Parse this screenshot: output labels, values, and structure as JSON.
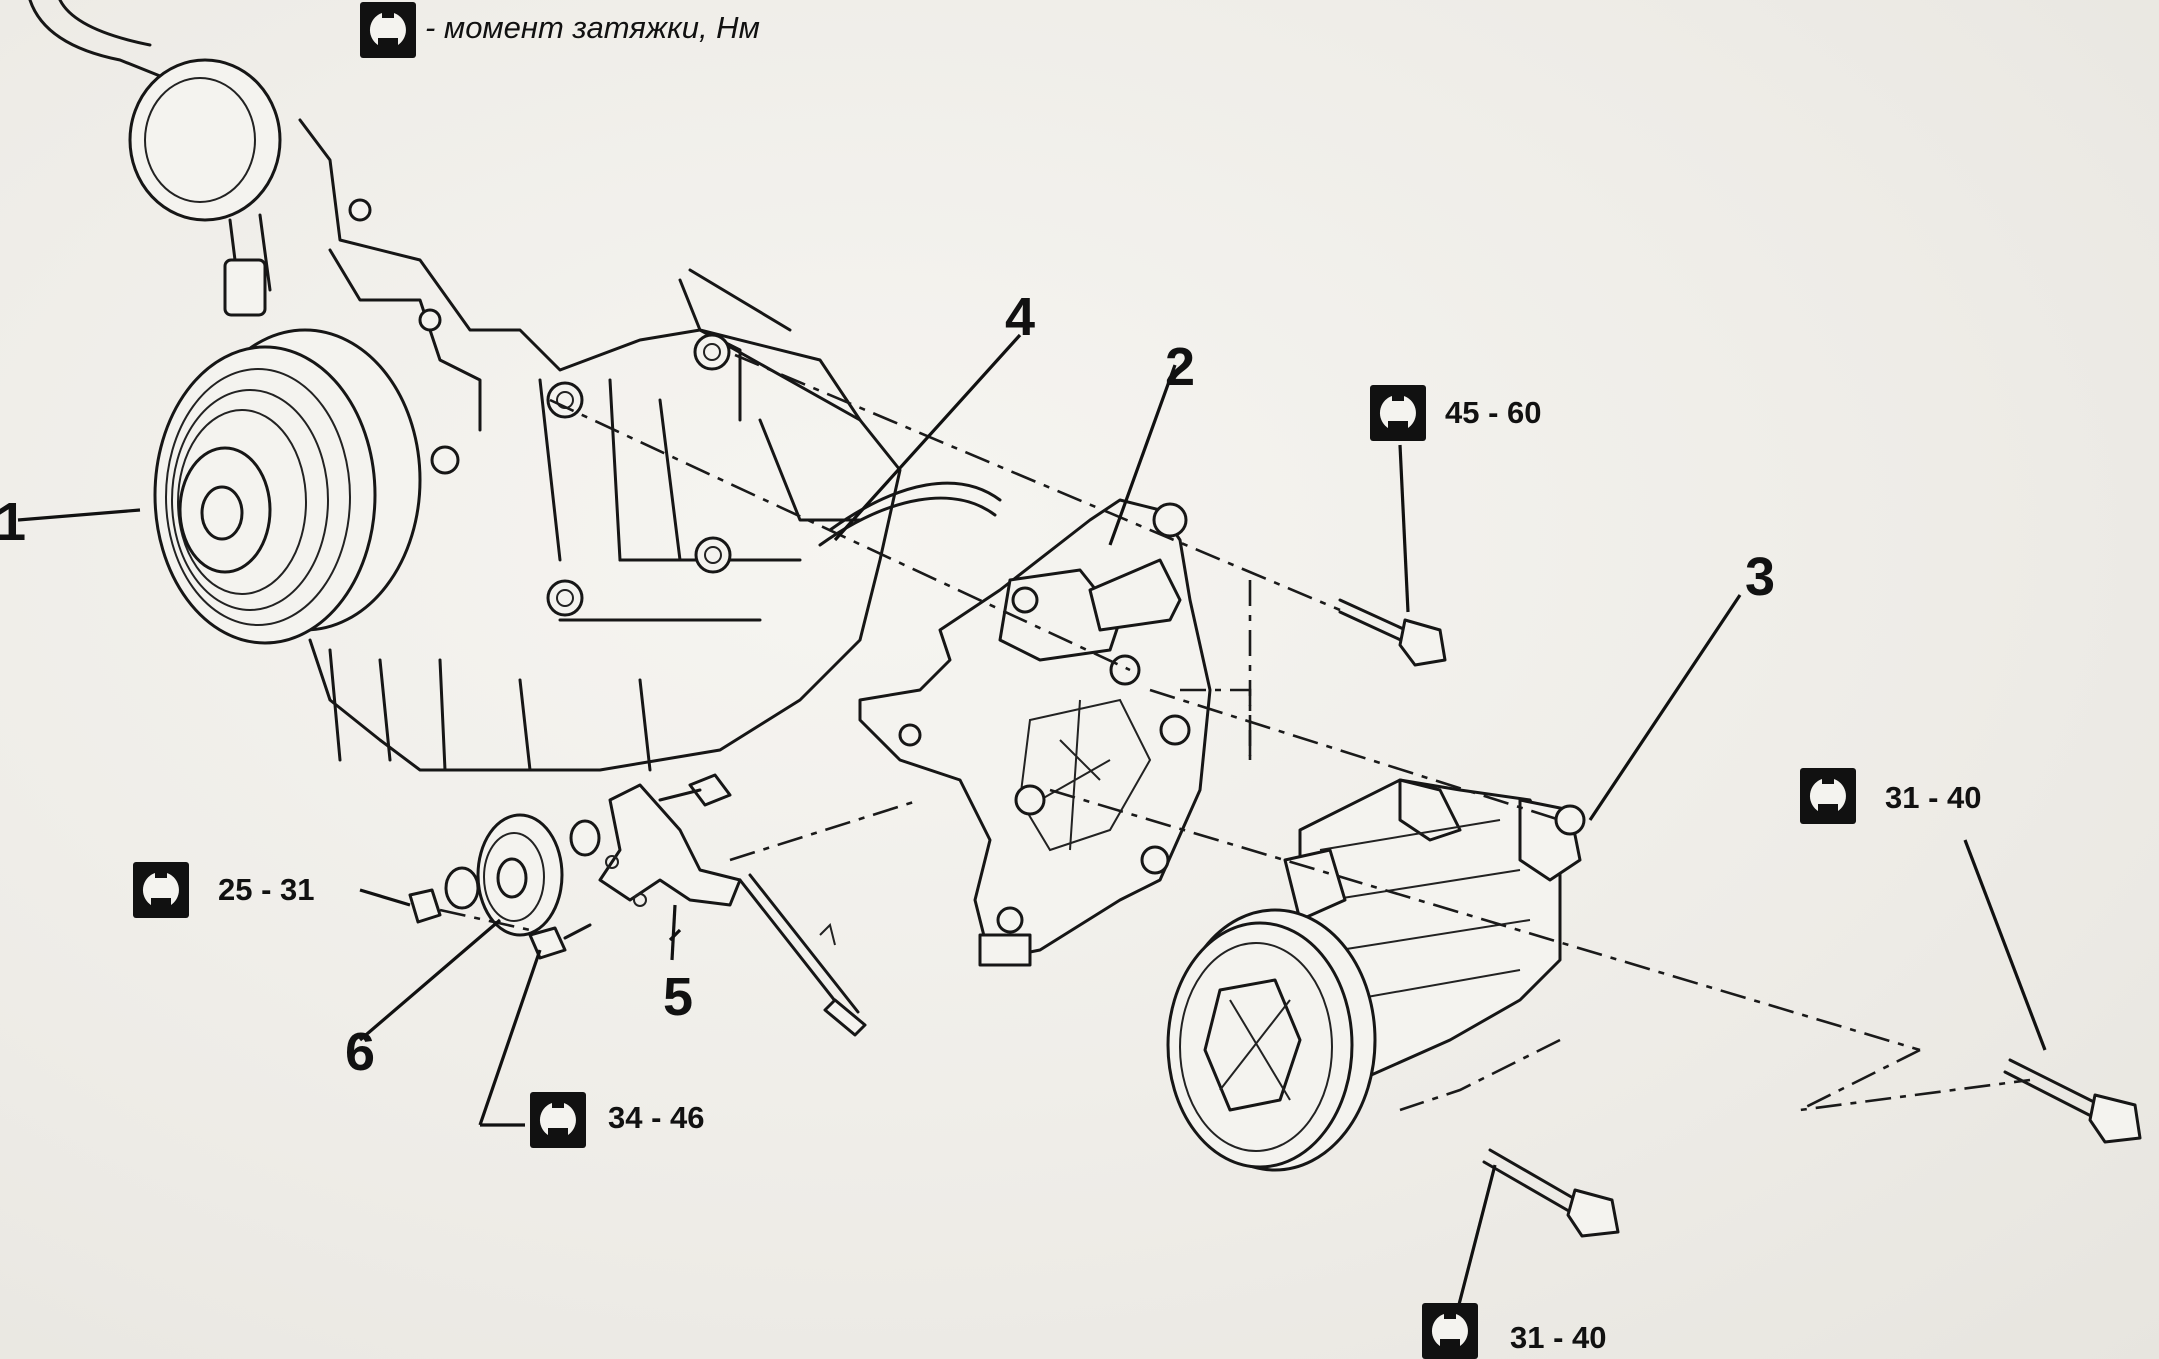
{
  "legend": {
    "text": "- момент затяжки, Нм",
    "icon": "torque-wrench-icon"
  },
  "callouts": {
    "c1": "1",
    "c2": "2",
    "c3": "3",
    "c4": "4",
    "c5": "5",
    "c6": "6"
  },
  "torques": {
    "bracket_bolt": "45 - 60",
    "compressor_bolt_upper": "31 - 40",
    "compressor_bolt_lower": "31 - 40",
    "idler_nut": "25 - 31",
    "adjuster_bolt": "34 - 46"
  },
  "colors": {
    "ink": "#161616",
    "paper": "#efede8"
  }
}
